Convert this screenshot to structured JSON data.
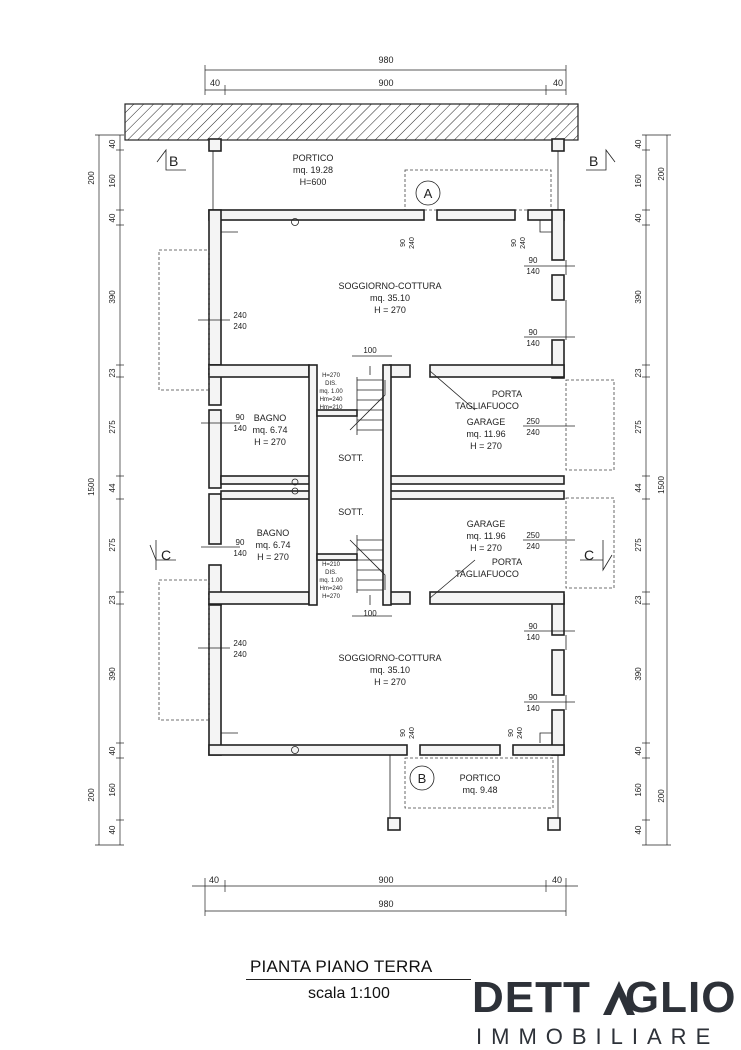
{
  "top_dims": {
    "overall": "980",
    "left": "40",
    "middle": "900",
    "right": "40"
  },
  "bottom_dims": {
    "overall": "980",
    "left": "40",
    "middle": "900",
    "right": "40"
  },
  "left_dims": {
    "overall": "1500",
    "segments": [
      "40",
      "160",
      "40",
      "390",
      "23",
      "275",
      "44",
      "275",
      "23",
      "390",
      "40",
      "160",
      "40"
    ],
    "group_top": "200",
    "group_bottom": "200"
  },
  "right_dims": {
    "overall": "1500",
    "segments": [
      "40",
      "160",
      "40",
      "390",
      "23",
      "275",
      "44",
      "275",
      "23",
      "390",
      "40",
      "160",
      "40"
    ],
    "group_top": "200",
    "group_bottom": "200"
  },
  "section_marks": {
    "b_left": "B",
    "b_right": "B",
    "c_left": "C",
    "c_right": "C",
    "a_circle": "A",
    "b_circle": "B"
  },
  "rooms": {
    "portico_top": {
      "name": "PORTICO",
      "area": "mq. 19.28",
      "height": "H=600"
    },
    "soggiorno_top": {
      "name": "SOGGIORNO-COTTURA",
      "area": "mq. 35.10",
      "height": "H = 270"
    },
    "bagno_top": {
      "name": "BAGNO",
      "area": "mq. 6.74",
      "height": "H = 270"
    },
    "garage_top": {
      "name": "GARAGE",
      "area": "mq. 11.96",
      "height": "H = 270"
    },
    "porta_top": {
      "line1": "PORTA",
      "line2": "TAGLIAFUOCO"
    },
    "sott_top": "SOTT.",
    "sott_bottom": "SOTT.",
    "bagno_bottom": {
      "name": "BAGNO",
      "area": "mq. 6.74",
      "height": "H = 270"
    },
    "garage_bottom": {
      "name": "GARAGE",
      "area": "mq. 11.96",
      "height": "H = 270"
    },
    "porta_bottom": {
      "line1": "PORTA",
      "line2": "TAGLIAFUOCO"
    },
    "soggiorno_bottom": {
      "name": "SOGGIORNO-COTTURA",
      "area": "mq. 35.10",
      "height": "H = 270"
    },
    "portico_bottom": {
      "name": "PORTICO",
      "area": "mq. 9.48"
    }
  },
  "stair": {
    "width_top": "100",
    "width_bottom": "100",
    "note_top": [
      "H=270",
      "DIS.",
      "mq. 1.00",
      "Hm=240",
      "Hm=210"
    ],
    "note_bottom": [
      "H=210",
      "DIS.",
      "mq. 1.00",
      "Hm=240",
      "H=270"
    ]
  },
  "openings": {
    "w90": "90",
    "w240": "240",
    "w140": "140",
    "w250": "250"
  },
  "footer": {
    "title": "PIANTA PIANO TERRA",
    "scale": "scala 1:100",
    "logo_main_a": "DETT",
    "logo_main_b": "GLIO",
    "logo_sub": "IMMOBILIARE"
  }
}
